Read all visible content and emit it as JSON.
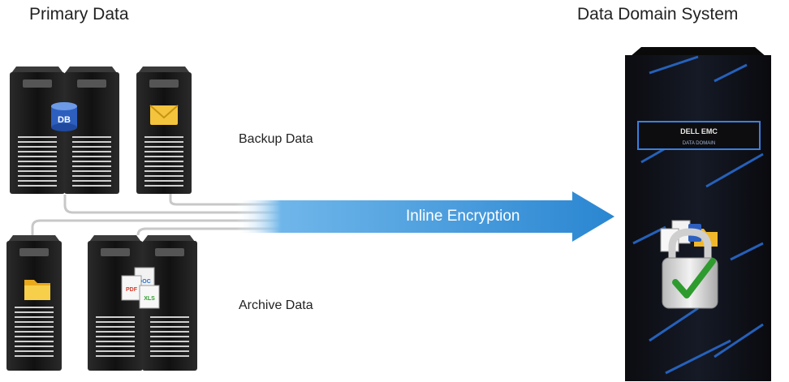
{
  "titles": {
    "primary": "Primary Data",
    "system": "Data Domain System"
  },
  "flows": {
    "backup": "Backup Data",
    "archive": "Archive Data",
    "transport": "Inline Encryption"
  },
  "icons": {
    "database_badge": "DB",
    "pdf_badge": "PDF",
    "doc_badge": "DOC",
    "xls_badge": "XLS",
    "rack_brand": "DELL EMC",
    "rack_product": "DATA DOMAIN"
  },
  "colors": {
    "arrow": "#2f8fd6",
    "server": "#1b1b1b",
    "cable": "#c9c9c9",
    "rack_glow": "#1f5fbf",
    "check": "#2e9b2e"
  }
}
